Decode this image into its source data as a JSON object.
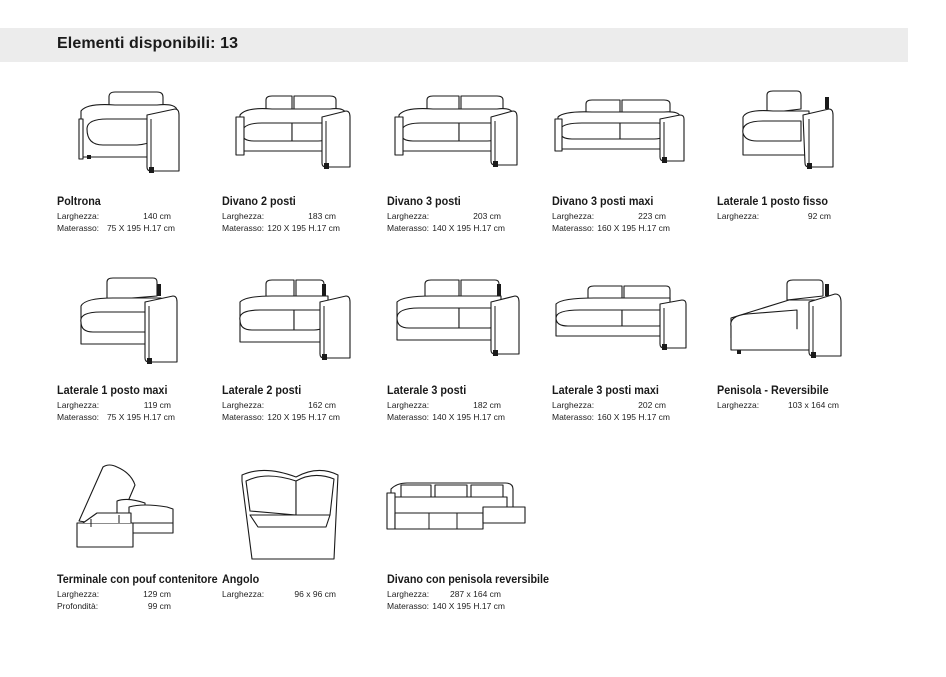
{
  "header": {
    "title": "Elementi disponibili: 13"
  },
  "items": [
    {
      "title": "Poltrona",
      "rows": [
        {
          "label": "Larghezza:",
          "value": "140 cm"
        },
        {
          "label": "Materasso:",
          "value": "75 X 195 H.17 cm"
        }
      ],
      "icon": "armchair-icon"
    },
    {
      "title": "Divano 2 posti",
      "rows": [
        {
          "label": "Larghezza:",
          "value": "183 cm"
        },
        {
          "label": "Materasso:",
          "value": "120 X 195 H.17 cm"
        }
      ],
      "icon": "sofa-2-seat-icon"
    },
    {
      "title": "Divano 3 posti",
      "rows": [
        {
          "label": "Larghezza:",
          "value": "203 cm"
        },
        {
          "label": "Materasso:",
          "value": "140 X 195 H.17 cm"
        }
      ],
      "icon": "sofa-3-seat-icon"
    },
    {
      "title": "Divano 3 posti maxi",
      "rows": [
        {
          "label": "Larghezza:",
          "value": "223 cm"
        },
        {
          "label": "Materasso:",
          "value": "160 X 195 H.17 cm"
        }
      ],
      "icon": "sofa-3-seat-maxi-icon"
    },
    {
      "title": "Laterale 1 posto fisso",
      "rows": [
        {
          "label": "Larghezza:",
          "value": "92 cm"
        }
      ],
      "icon": "side-1-seat-fixed-icon"
    },
    {
      "title": "Laterale 1 posto maxi",
      "rows": [
        {
          "label": "Larghezza:",
          "value": "119 cm"
        },
        {
          "label": "Materasso:",
          "value": "75 X 195 H.17 cm"
        }
      ],
      "icon": "side-1-seat-maxi-icon"
    },
    {
      "title": "Laterale 2 posti",
      "rows": [
        {
          "label": "Larghezza:",
          "value": "162 cm"
        },
        {
          "label": "Materasso:",
          "value": "120 X 195 H.17 cm"
        }
      ],
      "icon": "side-2-seat-icon"
    },
    {
      "title": "Laterale 3 posti",
      "rows": [
        {
          "label": "Larghezza:",
          "value": "182 cm"
        },
        {
          "label": "Materasso:",
          "value": "140 X 195 H.17 cm"
        }
      ],
      "icon": "side-3-seat-icon"
    },
    {
      "title": "Laterale 3 posti maxi",
      "rows": [
        {
          "label": "Larghezza:",
          "value": "202 cm"
        },
        {
          "label": "Materasso:",
          "value": "160 X 195 H.17 cm"
        }
      ],
      "icon": "side-3-seat-maxi-icon"
    },
    {
      "title": "Penisola - Reversibile",
      "rows": [
        {
          "label": "Larghezza:",
          "value": "103 x 164 cm"
        }
      ],
      "icon": "chaise-longue-icon"
    },
    {
      "title": "Terminale con pouf contenitore",
      "rows": [
        {
          "label": "Larghezza:",
          "value": "129 cm"
        },
        {
          "label": "Profondità:",
          "value": "99 cm"
        }
      ],
      "icon": "storage-pouf-icon"
    },
    {
      "title": "Angolo",
      "rows": [
        {
          "label": "Larghezza:",
          "value": "96 x 96 cm"
        }
      ],
      "icon": "corner-icon"
    },
    {
      "title": "Divano con penisola reversibile",
      "rows": [
        {
          "label": "Larghezza:",
          "value": "287 x 164 cm"
        },
        {
          "label": "Materasso:",
          "value": "140 X 195 H.17 cm"
        }
      ],
      "icon": "sofa-with-chaise-icon"
    }
  ]
}
